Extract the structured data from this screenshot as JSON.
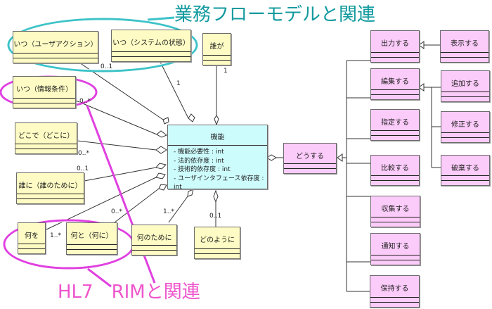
{
  "annotations": {
    "top_label": "業務フローモデルと関連",
    "bottom_label": "HL7　RIMと関連",
    "top_color": "#119a9e",
    "bottom_color": "#ee55cc"
  },
  "main_class": {
    "name": "機能",
    "attributes": [
      "- 機能必要性 : int",
      "- 法的依存度 : int",
      "- 技術的依存度 : int",
      "- ユーザインタフェース依存度 : int"
    ]
  },
  "left_classes": {
    "when_user_action": "いつ（ユーザアクション）",
    "when_system_state": "いつ（システムの状態）",
    "who": "誰が",
    "when_info_condition": "いつ（情報条件）",
    "where": "どこで（どこに）",
    "for_whom": "誰に（誰のために）",
    "what": "何を",
    "with_what": "何と（何に）",
    "for_what": "何のために",
    "how": "どのように"
  },
  "action_class": {
    "name": "どうする"
  },
  "verb_classes": {
    "output": "出力する",
    "edit": "編集する",
    "specify": "指定する",
    "compare": "比較する",
    "collect": "収集する",
    "notify": "通知する",
    "retain": "保持する",
    "display": "表示する",
    "add": "追加する",
    "modify": "修正する",
    "discard": "破棄する"
  },
  "multiplicities": {
    "user_action": "0..1",
    "system_state": "1",
    "who": "1",
    "info_condition": "0..*",
    "where": "0..*",
    "for_whom": "0..1",
    "what": "1..*",
    "with_what": "0..*",
    "for_what": "1..*",
    "how": "0..1"
  },
  "colors": {
    "who_when_where_fill": "#fefcc4",
    "function_fill": "#cdfcfd",
    "verb_fill": "#fbcbf9",
    "ellipse_teal": "#3cc3c8",
    "ellipse_magenta": "#e040e0"
  }
}
